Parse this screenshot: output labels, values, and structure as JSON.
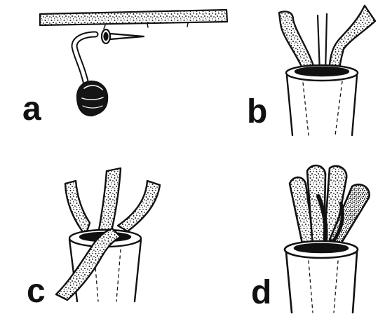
{
  "panels": [
    {
      "label": "a"
    },
    {
      "label": "b"
    },
    {
      "label": "c"
    },
    {
      "label": "d"
    }
  ],
  "colors": {
    "ink": "#111111",
    "paper": "#ffffff",
    "stipple": "#1a1a1a"
  }
}
